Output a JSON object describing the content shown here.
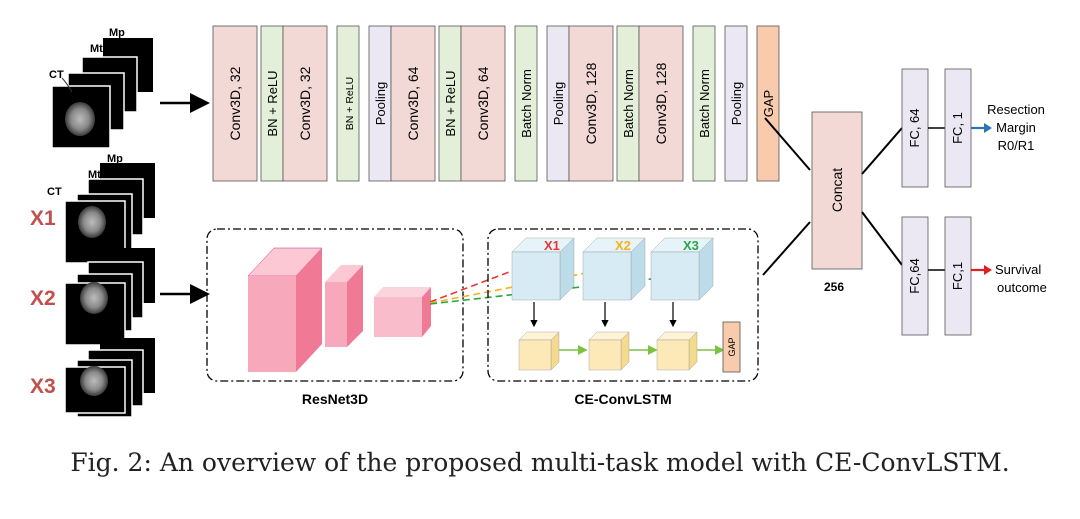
{
  "figure": {
    "caption": "Fig. 2: An overview of the proposed multi-task model with CE-ConvLSTM."
  },
  "inputs": {
    "top_stack": {
      "labels": [
        "Mp",
        "Mt",
        "CT"
      ]
    },
    "bottom_stacks": [
      {
        "label": "X1",
        "slice_labels": [
          "Mp",
          "Mt",
          "CT"
        ]
      },
      {
        "label": "X2"
      },
      {
        "label": "X3"
      }
    ],
    "label_color": "#c0504d"
  },
  "top_branch": {
    "layers": [
      {
        "text": "Conv3D, 32",
        "kind": "conv"
      },
      {
        "text": "BN + ReLU",
        "kind": "bn"
      },
      {
        "text": "Conv3D, 32",
        "kind": "conv"
      },
      {
        "text": "BN + ReLU",
        "kind": "bn"
      },
      {
        "text": "Pooling",
        "kind": "pool"
      },
      {
        "text": "Conv3D, 64",
        "kind": "conv"
      },
      {
        "text": "BN + ReLU",
        "kind": "bn"
      },
      {
        "text": "Conv3D, 64",
        "kind": "conv"
      },
      {
        "text": "Batch Norm",
        "kind": "bn"
      },
      {
        "text": "Pooling",
        "kind": "pool"
      },
      {
        "text": "Conv3D, 128",
        "kind": "conv"
      },
      {
        "text": "Batch Norm",
        "kind": "bn"
      },
      {
        "text": "Conv3D, 128",
        "kind": "conv"
      },
      {
        "text": "Batch Norm",
        "kind": "bn"
      },
      {
        "text": "Pooling",
        "kind": "pool"
      },
      {
        "text": "GAP",
        "kind": "gap"
      }
    ]
  },
  "bottom_branch": {
    "resnet_label": "ResNet3D",
    "convlstm_label": "CE-ConvLSTM",
    "cubes": [
      {
        "label": "X1",
        "color": "#e53935"
      },
      {
        "label": "X2",
        "color": "#f6b11c"
      },
      {
        "label": "X3",
        "color": "#27a844"
      }
    ],
    "gap_label": "GAP"
  },
  "fusion": {
    "concat_label": "Concat",
    "dim_label": "256"
  },
  "heads": [
    {
      "fc1": "FC, 64",
      "fc2": "FC, 1",
      "output": [
        "Resection",
        "Margin",
        "R0/R1"
      ],
      "arrow_color": "#2e75b6"
    },
    {
      "fc1": "FC,64",
      "fc2": "FC,1",
      "output": [
        "Survival",
        "outcome"
      ],
      "arrow_color": "#e02020"
    }
  ],
  "colors": {
    "conv": "#f2d9d5",
    "bn": "#e3efd9",
    "pool": "#ebe8f4",
    "gap": "#f8cbad",
    "concat": "#f2d9d5",
    "fc": "#ebe8f4",
    "resnet": "#f7a8bb",
    "lstm_cube": "#cfe6f1",
    "lstm_cell": "#fde9b8"
  }
}
